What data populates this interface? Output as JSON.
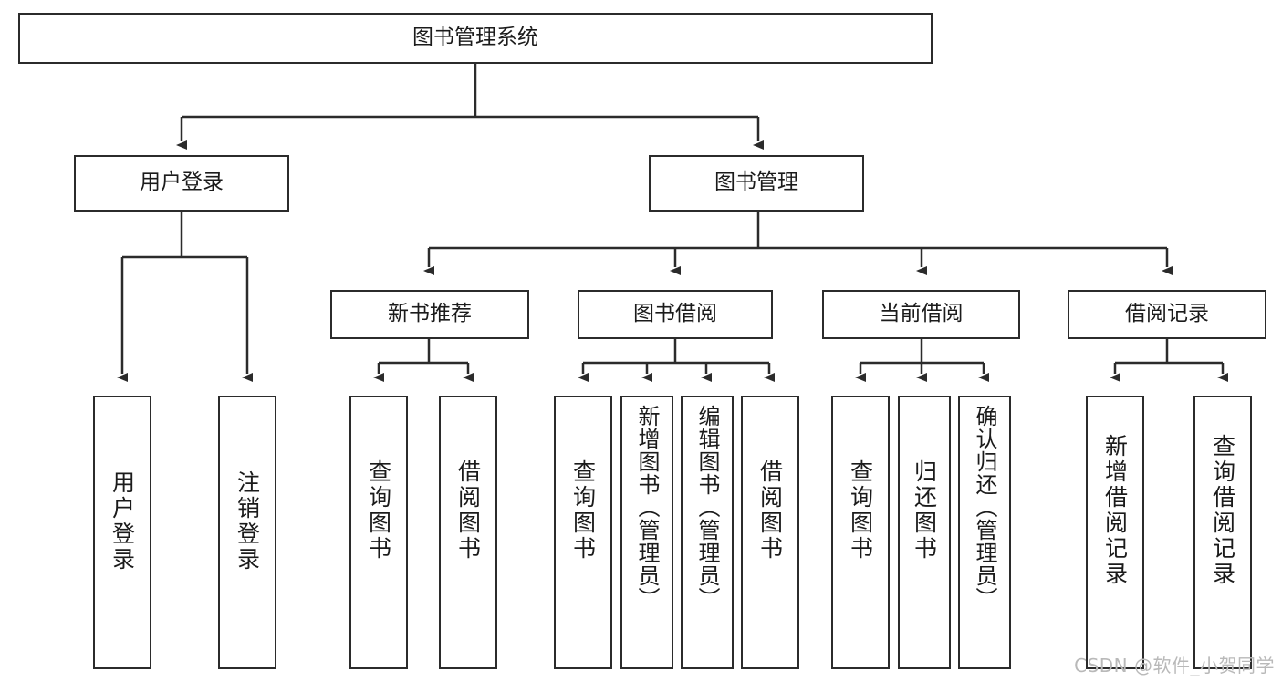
{
  "diagram": {
    "title": "图书管理系统",
    "type": "tree-hierarchy",
    "root": {
      "label": "图书管理系统"
    },
    "level2": [
      {
        "label": "用户登录"
      },
      {
        "label": "图书管理"
      }
    ],
    "level3": [
      {
        "label": "新书推荐"
      },
      {
        "label": "图书借阅"
      },
      {
        "label": "当前借阅"
      },
      {
        "label": "借阅记录"
      }
    ],
    "leaves": {
      "user_login": [
        {
          "label": "用户登录"
        },
        {
          "label": "注销登录"
        }
      ],
      "new_book_recommend": [
        {
          "label": "查询图书"
        },
        {
          "label": "借阅图书"
        }
      ],
      "book_borrow": [
        {
          "label": "查询图书"
        },
        {
          "label": "新增图书（管理员）"
        },
        {
          "label": "编辑图书（管理员）"
        },
        {
          "label": "借阅图书"
        }
      ],
      "current_borrow": [
        {
          "label": "查询图书"
        },
        {
          "label": "归还图书"
        },
        {
          "label": "确认归还（管理员）"
        }
      ],
      "borrow_record": [
        {
          "label": "新增借阅记录"
        },
        {
          "label": "查询借阅记录"
        }
      ]
    }
  },
  "watermark": {
    "text": "CSDN @软件_小贺同学"
  },
  "colors": {
    "stroke": "#2b2b2b",
    "fill": "#ffffff",
    "text": "#1b1b1b",
    "watermark": "#b9b9b9"
  }
}
